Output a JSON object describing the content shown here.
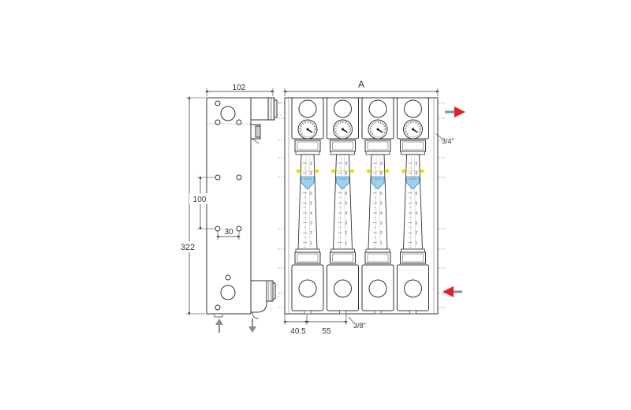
{
  "drawing": {
    "dimensions": {
      "width_top": "102",
      "total_height": "322",
      "hole_spacing_vertical": "100",
      "hole_spacing_horizontal": "30",
      "overall_width": "A",
      "first_offset": "40.5",
      "pitch": "55"
    },
    "threads": {
      "outlet": "3/4\"",
      "bottom": "3/8\""
    },
    "flowmeter_count": 4,
    "flowmeter_scale": [
      "9",
      "8",
      "7",
      "6",
      "5",
      "4",
      "3",
      "2",
      "1"
    ],
    "colors": {
      "flow_arrow": "#e0202a",
      "pipe_arrow": "#8c8c8c",
      "float": "#9fd0ee",
      "indicator": "#f2e000",
      "line": "#333333"
    }
  }
}
